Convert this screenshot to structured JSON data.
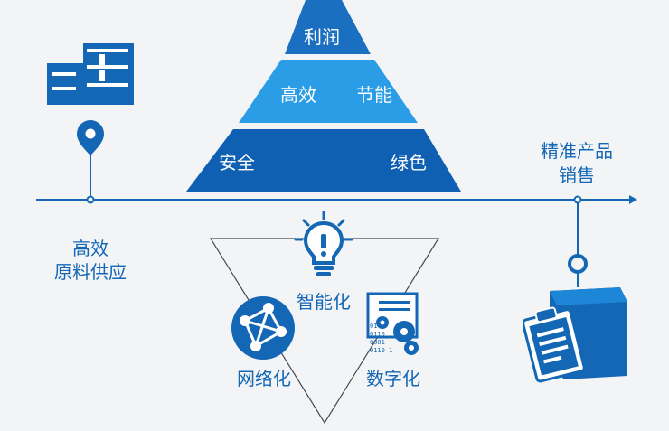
{
  "pyramid": {
    "top_label": "利润",
    "middle_left": "高效",
    "middle_right": "节能",
    "bottom_left": "安全",
    "bottom_right": "绿色"
  },
  "left_milestone": {
    "line1": "高效",
    "line2": "原料供应",
    "icon": "server-barrels-icon"
  },
  "right_milestone": {
    "line1": "精准产品",
    "line2": "销售",
    "icon": "box-clipboard-icon"
  },
  "triangle": {
    "top_label": "智能化",
    "left_label": "网络化",
    "right_label": "数字化",
    "icons": [
      "lightbulb-icon",
      "globe-network-icon",
      "digital-gears-icon"
    ]
  },
  "colors": {
    "dark_blue": "#0f5fb2",
    "mid_blue": "#1e86d6",
    "light_blue": "#2a9de6",
    "line": "#1467b5"
  }
}
